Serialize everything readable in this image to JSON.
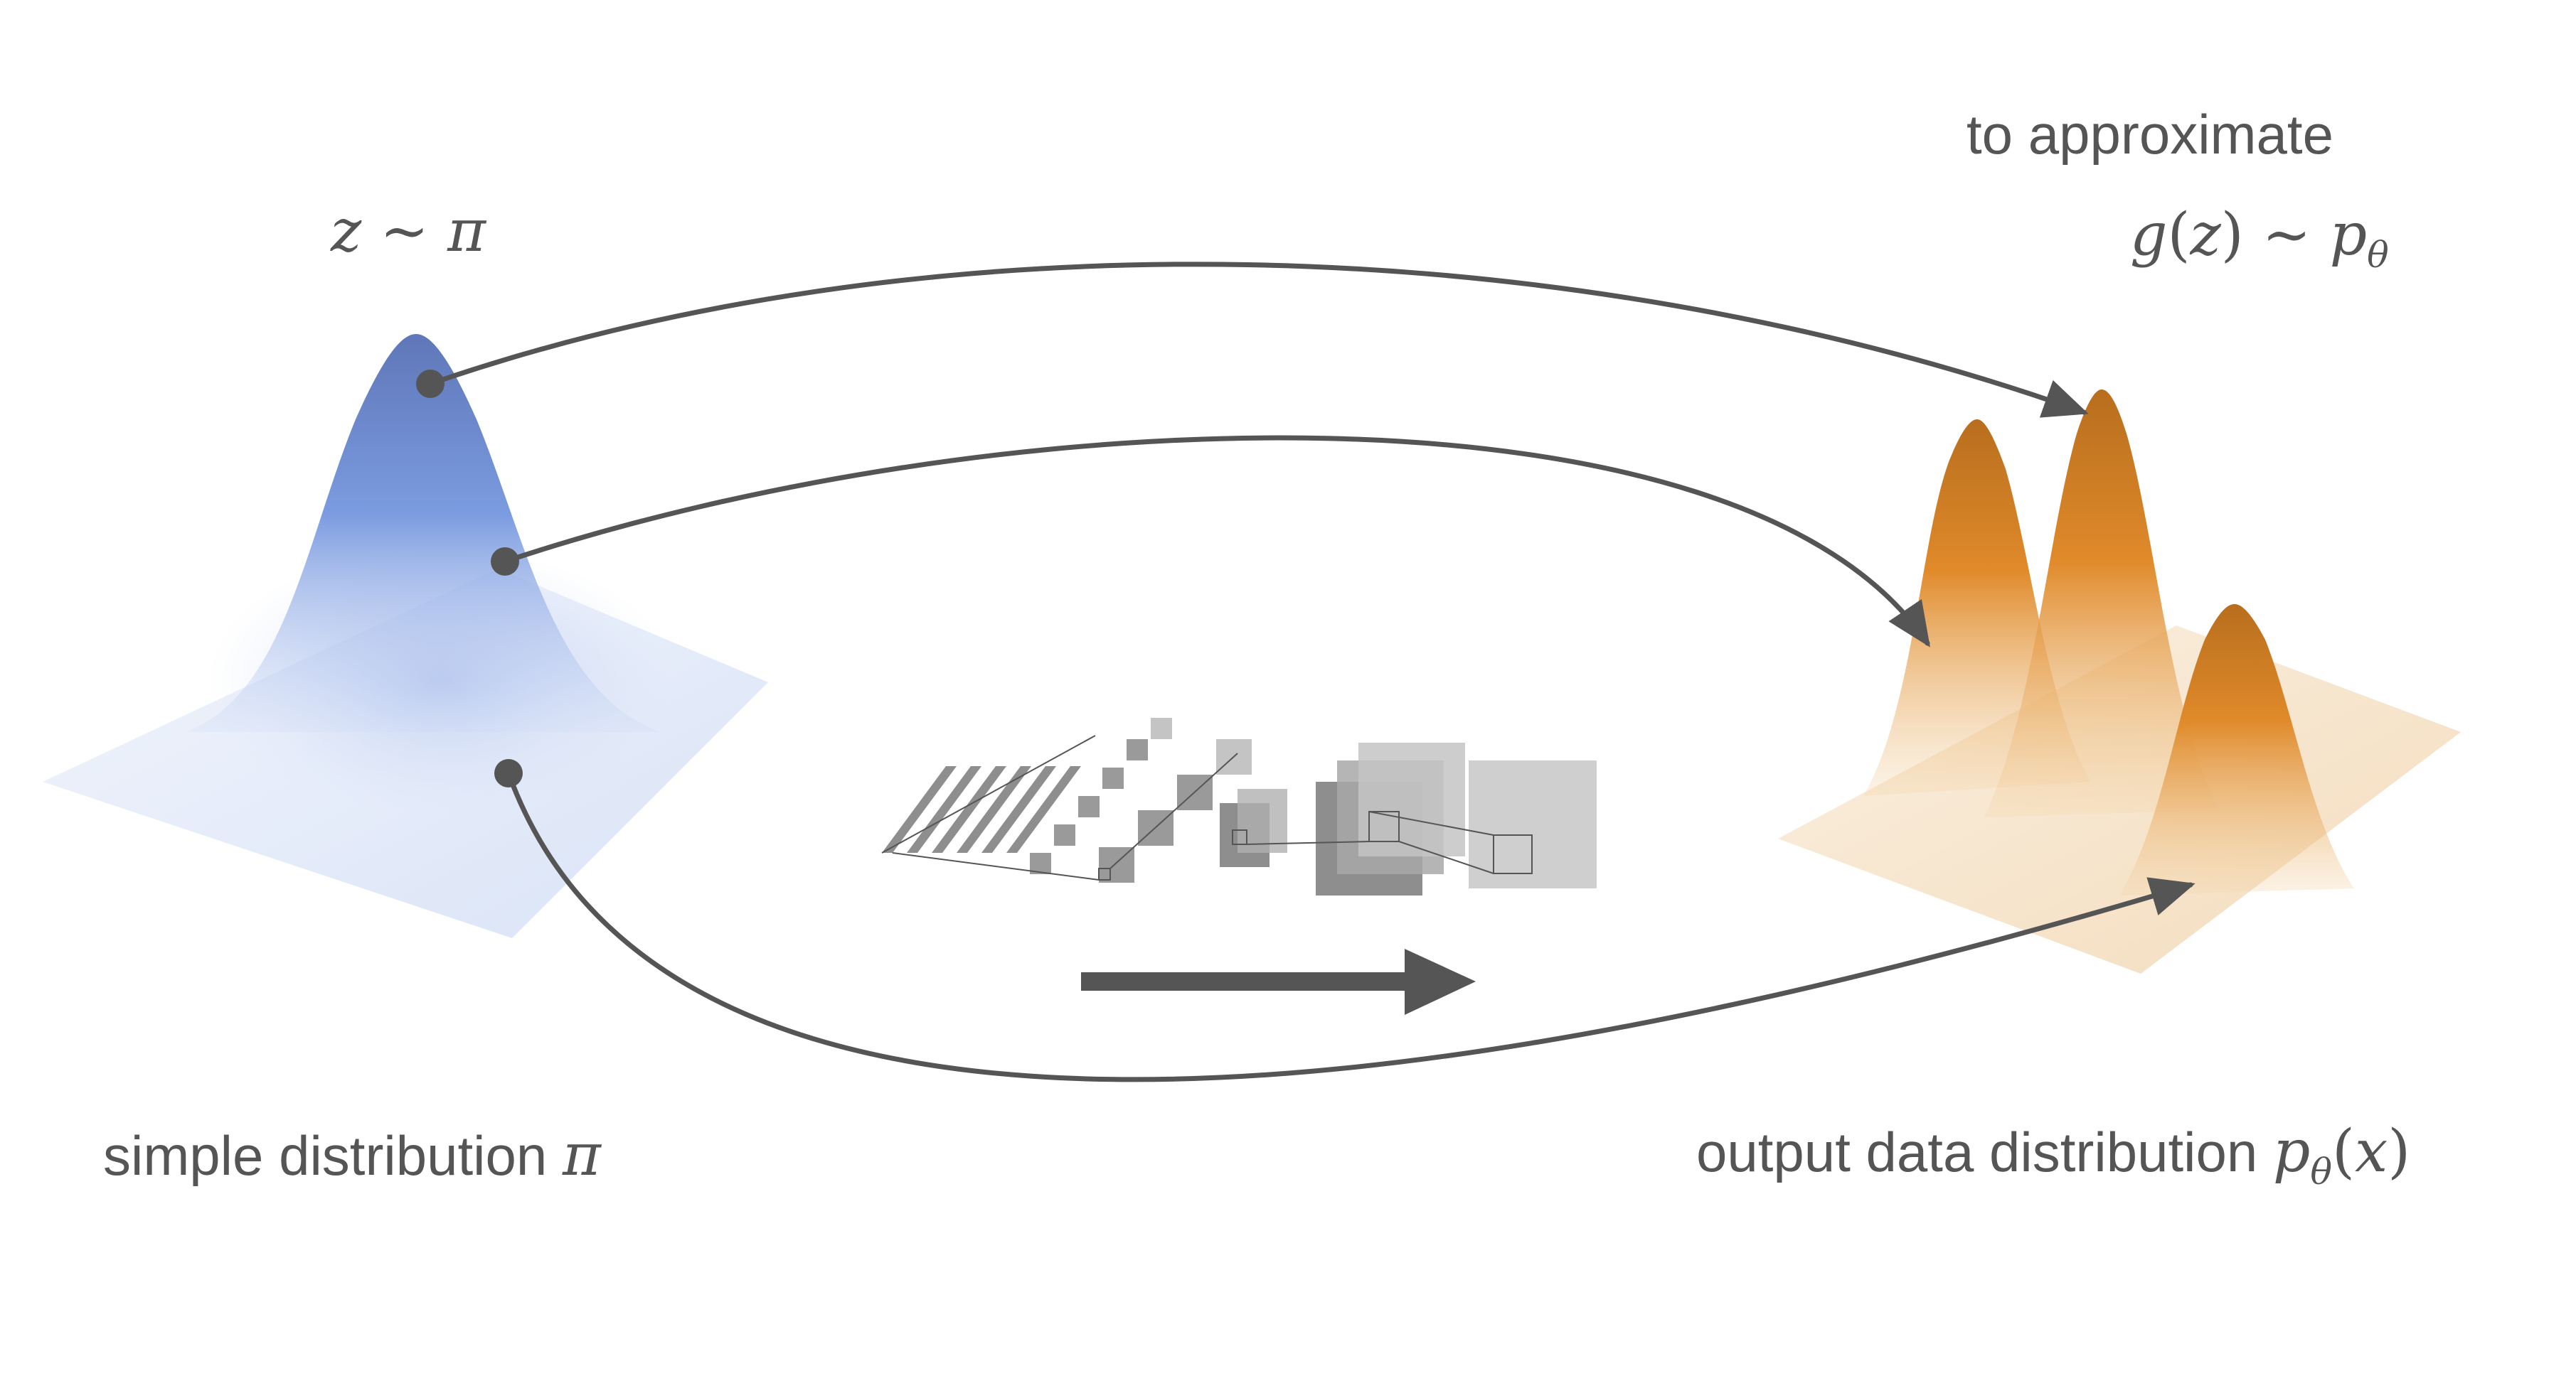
{
  "labels": {
    "z_sym": "z",
    "sim": "∼",
    "pi_sym": "π",
    "to_approximate": "to approximate",
    "g_sym": "g",
    "paren_open": "(",
    "paren_close": ")",
    "p_sym": "p",
    "theta_sym": "θ",
    "x_sym": "x",
    "simple_distribution": "simple distribution ",
    "output_data_distribution": "output data distribution "
  },
  "colors": {
    "gaussian_peak": "#6f8fd8",
    "gaussian_base": "#e4ebf9",
    "mixture_peak": "#e08a2a",
    "mixture_base": "#f6e2c6",
    "arrow": "#555555",
    "network_gray": "#8e8e8e",
    "network_light": "#cfcfcf"
  }
}
